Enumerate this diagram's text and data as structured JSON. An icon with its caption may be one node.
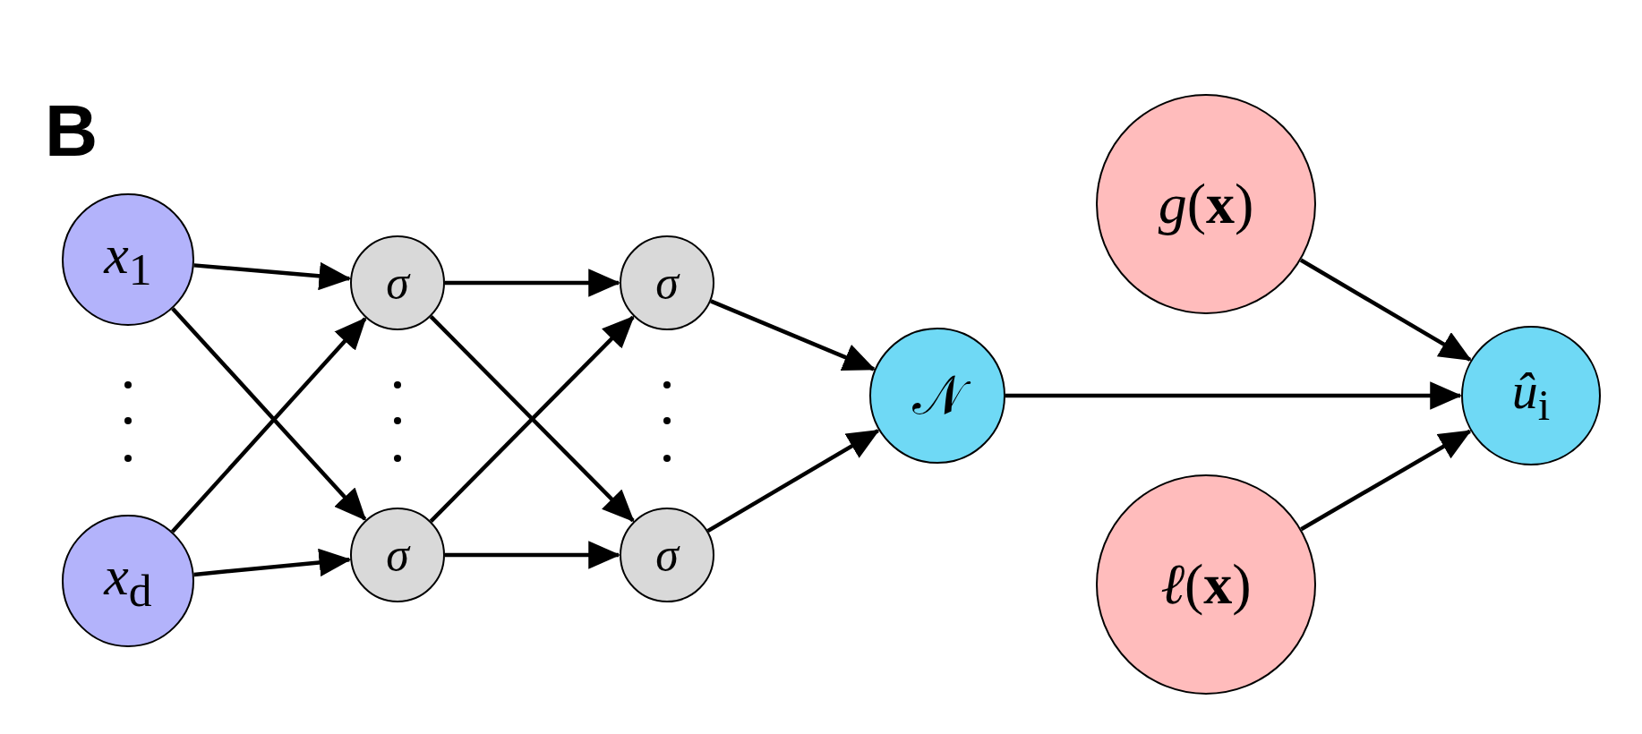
{
  "diagram": {
    "nodes": [
      {
        "text": [
          "*x*$_{1}$"
        ]
      },
      {
        "text": [
          "*x*$_{d}$"
        ]
      },
      {
        "text": [
          "*σ*"
        ]
      },
      {
        "text": [
          "*σ*"
        ]
      },
      {
        "text": [
          "*σ*"
        ]
      },
      {
        "text": [
          "*σ*"
        ]
      },
      {
        "text": [
          "𝒩"
        ]
      },
      {
        "text": [
          "*g*(**x**)"
        ]
      },
      {
        "text": [
          "*ℓ*(**x**)"
        ]
      },
      {
        "text": [
          "*û*$_{i}$"
        ]
      }
    ],
    "edges": [
      {
        "from": 0,
        "to": 2,
        "arrow": "to"
      },
      {
        "from": 0,
        "to": 3,
        "arrow": "to"
      },
      {
        "from": 1,
        "to": 2,
        "arrow": "to"
      },
      {
        "from": 1,
        "to": 3,
        "arrow": "to"
      },
      {
        "from": 2,
        "to": 4,
        "arrow": "to"
      },
      {
        "from": 2,
        "to": 5,
        "arrow": "to"
      },
      {
        "from": 3,
        "to": 4,
        "arrow": "to"
      },
      {
        "from": 3,
        "to": 5,
        "arrow": "to"
      },
      {
        "from": 4,
        "to": 6,
        "arrow": "to"
      },
      {
        "from": 5,
        "to": 6,
        "arrow": "to"
      },
      {
        "from": 6,
        "to": 9,
        "arrow": "to"
      },
      {
        "from": 7,
        "to": 9,
        "arrow": "to"
      },
      {
        "from": 8,
        "to": 9,
        "arrow": "to"
      }
    ],
    "labels": [
      "B"
    ]
  }
}
